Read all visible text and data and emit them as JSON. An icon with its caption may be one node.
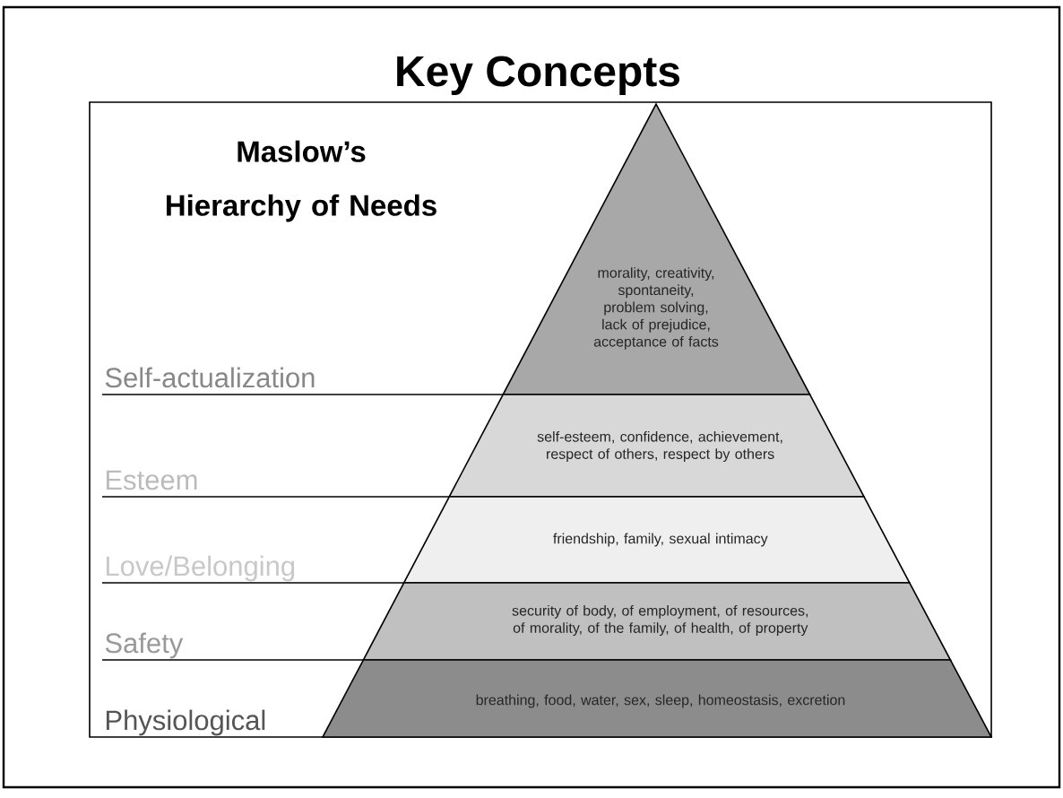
{
  "diagram": {
    "title": "Key Concepts",
    "nodes": [
      {
        "text": [
          "morality, creativity, spontaneity, problem solving, lack of prejudice, acceptance of facts"
        ]
      },
      {
        "text": [
          "self-esteem, confidence, achievement, respect of others, respect by others"
        ]
      },
      {
        "text": [
          "friendship, family, sexual intimacy"
        ]
      },
      {
        "text": [
          "security of body, of employment, of resources, of morality, of the family, of health, of property"
        ]
      },
      {
        "text": [
          "breathing, food, water, sex, sleep, homeostasis, excretion"
        ]
      }
    ],
    "labels": [
      "Maslow’s Hierarchy of Needs",
      "Self-actualization",
      "Esteem",
      "Love/Belonging",
      "Safety",
      "Physiological"
    ]
  }
}
